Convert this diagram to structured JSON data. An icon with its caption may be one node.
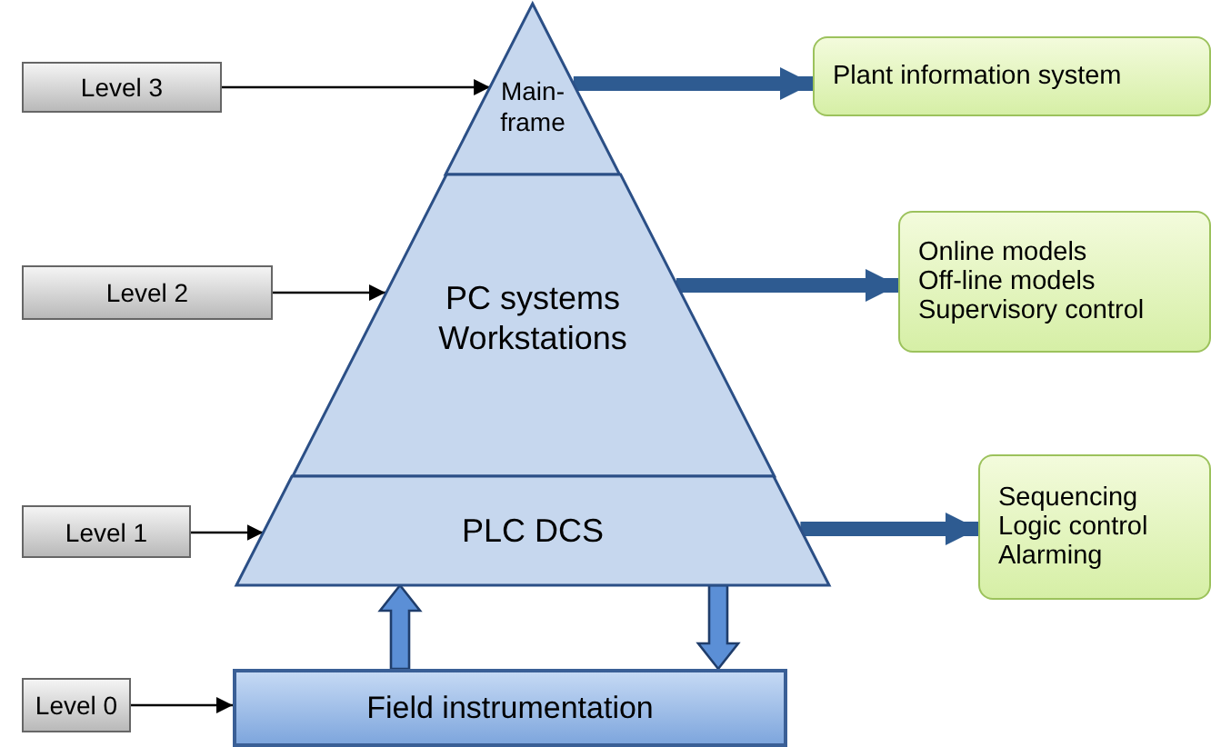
{
  "diagram": {
    "nodes": [
      {
        "text": [
          "Level 3"
        ]
      },
      {
        "text": [
          "Main- frame"
        ]
      },
      {
        "text": [
          "Plant information system"
        ]
      },
      {
        "text": [
          "Level 2"
        ]
      },
      {
        "text": [
          "PC systems Workstations"
        ]
      },
      {
        "text": [
          "Online models",
          "Off-line models",
          "Supervisory control"
        ]
      },
      {
        "text": [
          "Level 1"
        ]
      },
      {
        "text": [
          "PLC DCS"
        ]
      },
      {
        "text": [
          "Sequencing",
          "Logic control",
          "Alarming"
        ]
      },
      {
        "text": [
          "Level 0"
        ]
      },
      {
        "text": [
          "Field instrumentation"
        ]
      }
    ],
    "edges": [
      {
        "from": 0,
        "to": 1,
        "arrow": "to"
      },
      {
        "from": 1,
        "to": 2,
        "arrow": "to",
        "style": "thick",
        "color": "#2e5b91"
      },
      {
        "from": 3,
        "to": 4,
        "arrow": "to"
      },
      {
        "from": 4,
        "to": 5,
        "arrow": "to",
        "style": "thick",
        "color": "#2e5b91"
      },
      {
        "from": 6,
        "to": 7,
        "arrow": "to"
      },
      {
        "from": 7,
        "to": 8,
        "arrow": "to",
        "style": "thick",
        "color": "#2e5b91"
      },
      {
        "from": 9,
        "to": 10,
        "arrow": "to"
      },
      {
        "from": 10,
        "to": 7,
        "arrow": "to",
        "color": "#5b8fd6"
      },
      {
        "from": 7,
        "to": 10,
        "arrow": "to",
        "color": "#5b8fd6"
      }
    ]
  }
}
